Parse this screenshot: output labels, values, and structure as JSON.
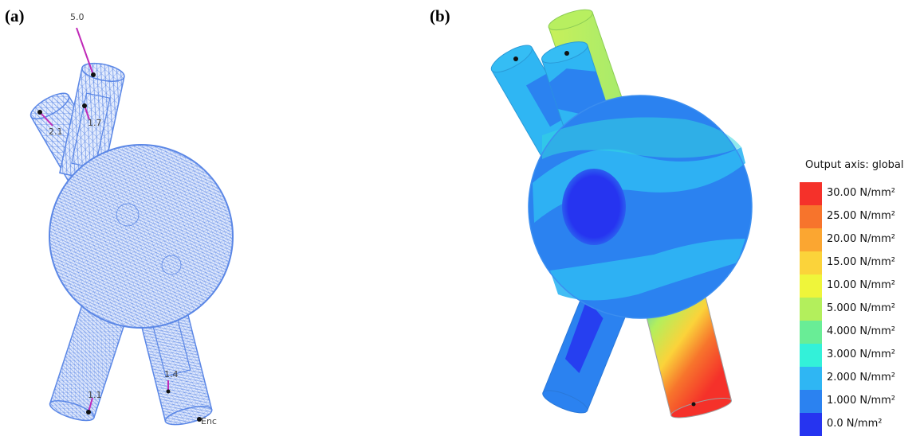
{
  "panels": {
    "a": {
      "label": "(a)"
    },
    "b": {
      "label": "(b)"
    }
  },
  "panel_a": {
    "leader_labels": {
      "top": "5.0",
      "left_pipe": "2.1",
      "mid_pipe": "1.7",
      "lower_left": "1.1",
      "lower_right": "1.4",
      "support": "Enc"
    },
    "colors": {
      "mesh": "#5b87e6",
      "leader": "#c02ab8"
    }
  },
  "legend": {
    "title": "Output axis: global",
    "entries": [
      {
        "label": "30.00 N/mm²",
        "color": "#f5312a"
      },
      {
        "label": "25.00 N/mm²",
        "color": "#f7742c"
      },
      {
        "label": "20.00 N/mm²",
        "color": "#fba631"
      },
      {
        "label": "15.00 N/mm²",
        "color": "#fbd33a"
      },
      {
        "label": "10.00 N/mm²",
        "color": "#eff53a"
      },
      {
        "label": "5.000 N/mm²",
        "color": "#b3ef5c"
      },
      {
        "label": "4.000 N/mm²",
        "color": "#69ed96"
      },
      {
        "label": "3.000 N/mm²",
        "color": "#33f1d9"
      },
      {
        "label": "2.000 N/mm²",
        "color": "#2fb6f3"
      },
      {
        "label": "1.000 N/mm²",
        "color": "#2b82f0"
      },
      {
        "label": "0.0 N/mm²",
        "color": "#2634f0"
      }
    ]
  }
}
